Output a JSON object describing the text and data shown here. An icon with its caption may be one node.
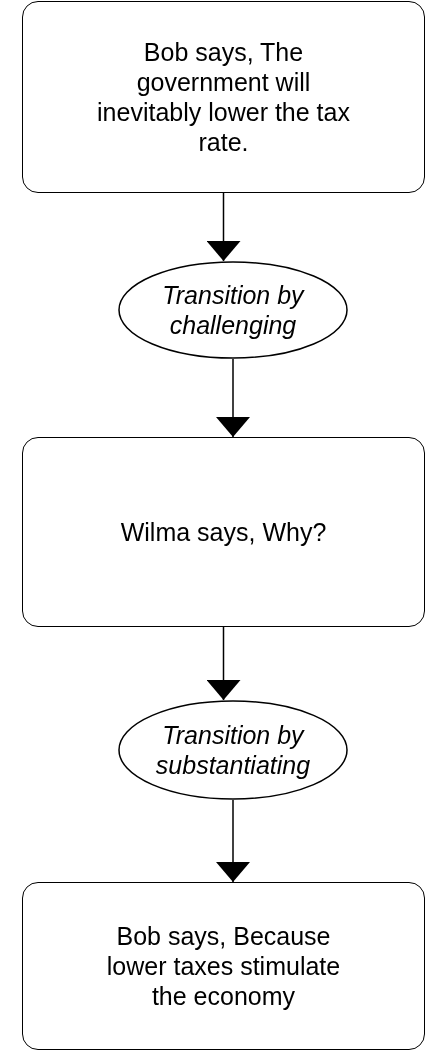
{
  "diagram": {
    "nodes": [
      {
        "text": [
          "Bob says, The government will inevitably lower the tax rate."
        ]
      },
      {
        "text": [
          "Transition by challenging"
        ]
      },
      {
        "text": [
          "Wilma says, Why?"
        ]
      },
      {
        "text": [
          "Transition by substantiating"
        ]
      },
      {
        "text": [
          "Bob says, Because lower taxes stimulate the economy"
        ]
      }
    ],
    "edges": [
      {
        "from": 0,
        "to": 1,
        "arrow": "to"
      },
      {
        "from": 1,
        "to": 2,
        "arrow": "to"
      },
      {
        "from": 2,
        "to": 3,
        "arrow": "to"
      },
      {
        "from": 3,
        "to": 4,
        "arrow": "to"
      }
    ]
  }
}
